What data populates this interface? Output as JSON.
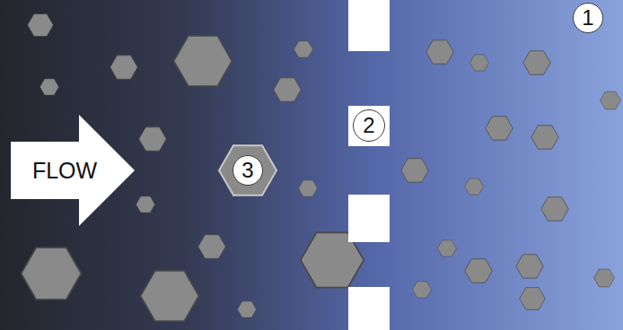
{
  "diagram": {
    "nodes": [
      {
        "text": [
          "1"
        ]
      },
      {
        "text": [
          "2"
        ]
      },
      {
        "text": [
          "3"
        ]
      },
      {
        "text": [
          "FLOW"
        ]
      }
    ]
  }
}
